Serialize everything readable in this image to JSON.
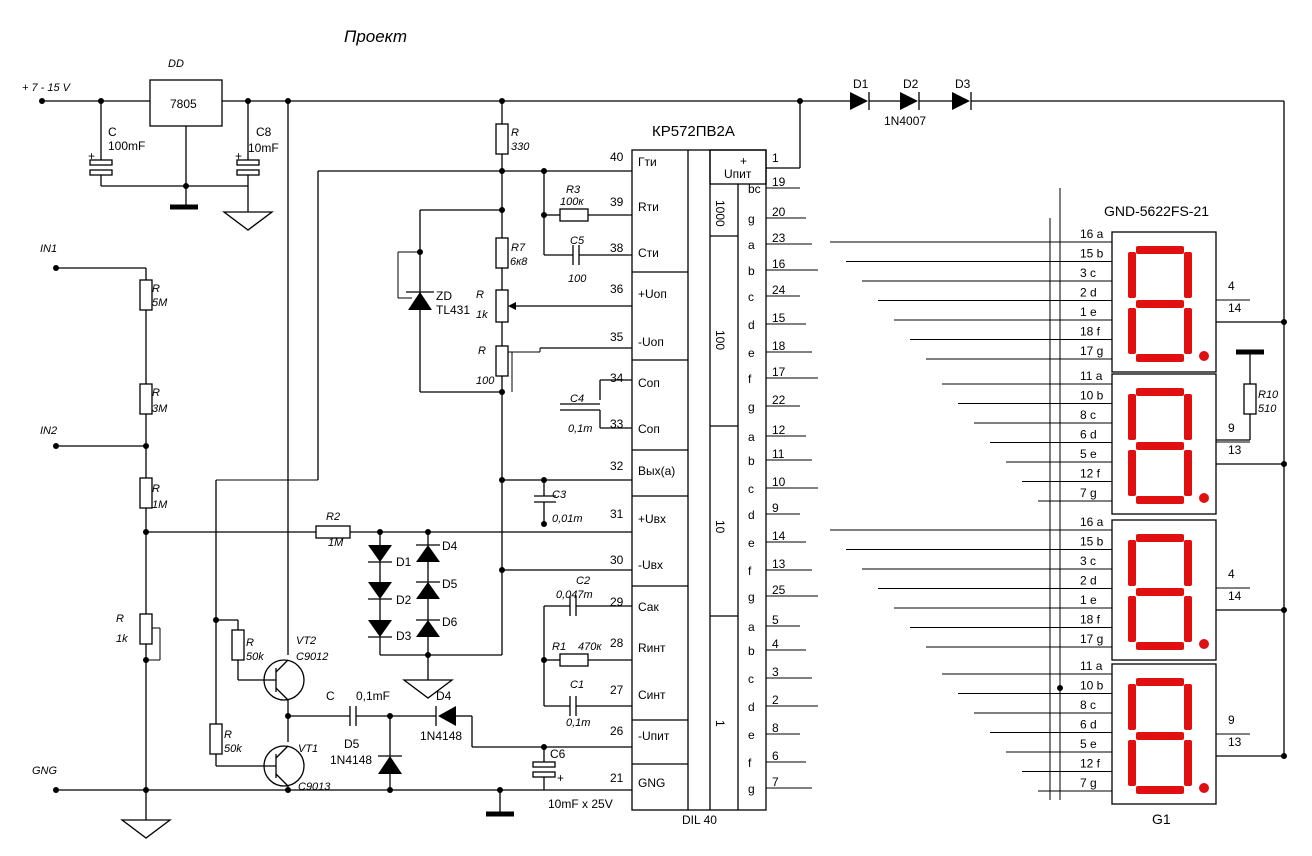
{
  "title": "Проект",
  "colors": {
    "wire": "#000000",
    "segment": "#e01010",
    "display_bg": "#ffffff"
  },
  "power": {
    "supply": "+ 7 - 15 V",
    "regulator_ref": "DD",
    "regulator": "7805",
    "ground": "GNG"
  },
  "inputs": {
    "in1": "IN1",
    "in2": "IN2"
  },
  "components": {
    "c_in": {
      "ref": "C",
      "val": "100mF"
    },
    "c8": {
      "ref": "C8",
      "val": "10mF"
    },
    "r_330": {
      "ref": "R",
      "val": "330"
    },
    "r3": {
      "ref": "R3",
      "val": "100к"
    },
    "c5": {
      "ref": "C5",
      "val": "100"
    },
    "r7": {
      "ref": "R7",
      "val": "6к8"
    },
    "r_1k_trim": {
      "ref": "R",
      "val": "1k"
    },
    "r_100": {
      "ref": "R",
      "val": "100"
    },
    "zd": {
      "ref": "ZD",
      "val": "TL431"
    },
    "c4": {
      "ref": "C4",
      "val": "0,1m"
    },
    "c3": {
      "ref": "C3",
      "val": "0,01m"
    },
    "r2": {
      "ref": "R2",
      "val": "1M"
    },
    "c2": {
      "ref": "C2",
      "val": "0,047m"
    },
    "r1": {
      "ref": "R1",
      "val": "470к"
    },
    "c1": {
      "ref": "C1",
      "val": "0,1m"
    },
    "c6": {
      "ref": "C6",
      "val": "10mF x 25V"
    },
    "r_5m": {
      "ref": "R",
      "val": "5M"
    },
    "r_3m": {
      "ref": "R",
      "val": "3M"
    },
    "r_1m": {
      "ref": "R",
      "val": "1M"
    },
    "r_1k_div": {
      "ref": "R",
      "val": "1k"
    },
    "r_50k_a": {
      "ref": "R",
      "val": "50k"
    },
    "r_50k_b": {
      "ref": "R",
      "val": "50k"
    },
    "vt2": {
      "ref": "VT2",
      "val": "C9012"
    },
    "vt1": {
      "ref": "VT1",
      "val": "C9013"
    },
    "c_pump": {
      "ref": "C",
      "val": "0,1mF"
    },
    "d4_pump": {
      "ref": "D4",
      "val": "1N4148"
    },
    "d5_pump": {
      "ref": "D5",
      "val": "1N4148"
    },
    "d_top": {
      "d1": "D1",
      "d2": "D2",
      "d3": "D3",
      "val": "1N4007"
    },
    "d_prot": [
      "D1",
      "D2",
      "D3",
      "D4",
      "D5",
      "D6"
    ],
    "r10": {
      "ref": "R10",
      "val": "510"
    }
  },
  "ic": {
    "name": "КР572ПВ2А",
    "package": "DIL 40",
    "left_pins": [
      {
        "num": "40",
        "name": "Гти"
      },
      {
        "num": "39",
        "name": "Rти"
      },
      {
        "num": "38",
        "name": "Сти"
      },
      {
        "num": "36",
        "name": "+Uоп"
      },
      {
        "num": "35",
        "name": "-Uоп"
      },
      {
        "num": "34",
        "name": "Соп"
      },
      {
        "num": "33",
        "name": "Соп"
      },
      {
        "num": "32",
        "name": "Вых(а)"
      },
      {
        "num": "31",
        "name": "+Uвх"
      },
      {
        "num": "30",
        "name": "-Uвх"
      },
      {
        "num": "29",
        "name": "Сак"
      },
      {
        "num": "28",
        "name": "Rинт"
      },
      {
        "num": "27",
        "name": "Синт"
      },
      {
        "num": "26",
        "name": "-Uпит"
      },
      {
        "num": "21",
        "name": "GNG"
      }
    ],
    "supply_pin": {
      "num": "1",
      "plus": "+",
      "name": "Uпит"
    },
    "right_pins": [
      {
        "num": "19",
        "name": "bc"
      },
      {
        "num": "20",
        "name": "g"
      },
      {
        "num": "23",
        "name": "a"
      },
      {
        "num": "16",
        "name": "b"
      },
      {
        "num": "24",
        "name": "c"
      },
      {
        "num": "15",
        "name": "d"
      },
      {
        "num": "18",
        "name": "e"
      },
      {
        "num": "17",
        "name": "f"
      },
      {
        "num": "22",
        "name": "g"
      },
      {
        "num": "12",
        "name": "a"
      },
      {
        "num": "11",
        "name": "b"
      },
      {
        "num": "10",
        "name": "c"
      },
      {
        "num": "9",
        "name": "d"
      },
      {
        "num": "14",
        "name": "e"
      },
      {
        "num": "13",
        "name": "f"
      },
      {
        "num": "25",
        "name": "g"
      },
      {
        "num": "5",
        "name": "a"
      },
      {
        "num": "4",
        "name": "b"
      },
      {
        "num": "3",
        "name": "c"
      },
      {
        "num": "2",
        "name": "d"
      },
      {
        "num": "8",
        "name": "e"
      },
      {
        "num": "6",
        "name": "f"
      },
      {
        "num": "7",
        "name": "g"
      }
    ],
    "groups": [
      "1000",
      "100",
      "10",
      "1"
    ]
  },
  "display": {
    "name": "GND-5622FS-21",
    "ref": "G1",
    "pins": [
      "16 a",
      "15 b",
      "3 c",
      "2 d",
      "1 e",
      "18 f",
      "17 g",
      "11 a",
      "10 b",
      "8 c",
      "6 d",
      "5 e",
      "12 f",
      "7 g",
      "16 a",
      "15 b",
      "3 c",
      "2 d",
      "1 e",
      "18 f",
      "17 g",
      "11 a",
      "10 b",
      "8 c",
      "6 d",
      "5 e",
      "12 f",
      "7 g"
    ],
    "common_pins": [
      "4",
      "14",
      "9",
      "13",
      "4",
      "14",
      "9",
      "13"
    ]
  }
}
